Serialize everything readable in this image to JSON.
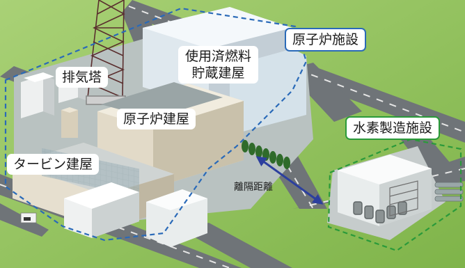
{
  "labels": {
    "nuclear_facility": "原子炉施設",
    "spent_fuel_l1": "使用済燃料",
    "spent_fuel_l2": "貯蔵建屋",
    "exhaust_tower": "排気塔",
    "reactor_building": "原子炉建屋",
    "turbine_building": "タービン建屋",
    "hydrogen_facility": "水素製造施設",
    "separation_distance": "離隔距離"
  },
  "colors": {
    "grass": "#8cc05a",
    "road": "#6f7478",
    "nuclear_boundary": "#2a6ab8",
    "hydrogen_boundary": "#2a9a3a",
    "arrow": "#2c3f9e"
  }
}
